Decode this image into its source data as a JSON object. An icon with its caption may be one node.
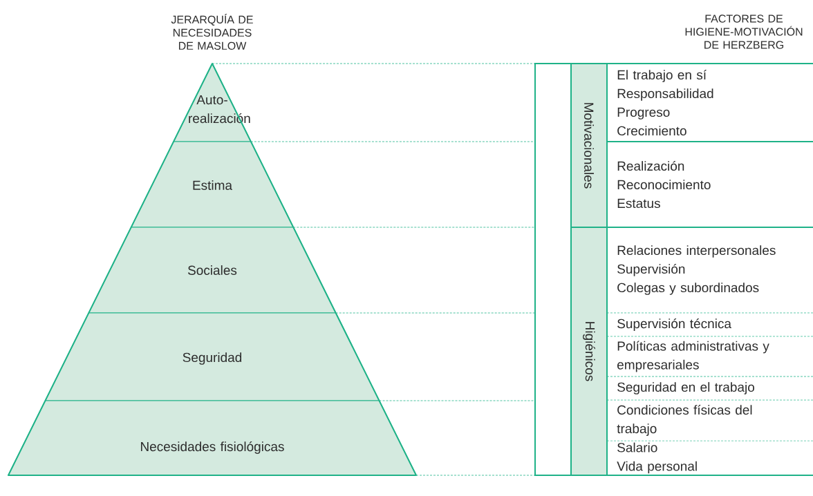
{
  "diagram": {
    "nodes": [
      {
        "text": [
          "Auto-realización"
        ]
      },
      {
        "text": [
          "Estima"
        ]
      },
      {
        "text": [
          "Sociales"
        ]
      },
      {
        "text": [
          "Seguridad"
        ]
      },
      {
        "text": [
          "Necesidades fisiológicas"
        ]
      },
      {
        "text": [
          "Motivacionales"
        ]
      },
      {
        "text": [
          "Higiénicos"
        ]
      },
      {
        "text": [
          "El trabajo en sí",
          "Responsabilidad",
          "Progreso",
          "Crecimiento"
        ]
      },
      {
        "text": [
          "Realización",
          "Reconocimiento",
          "Estatus"
        ]
      },
      {
        "text": [
          "Relaciones interpersonales",
          "Supervisión",
          "Colegas y subordinados"
        ]
      },
      {
        "text": [
          "Supervisión técnica"
        ]
      },
      {
        "text": [
          "Políticas administrativas y empresariales"
        ]
      },
      {
        "text": [
          "Seguridad en el trabajo"
        ]
      },
      {
        "text": [
          "Condiciones físicas del trabajo"
        ]
      },
      {
        "text": [
          "Salario",
          "Vida personal"
        ]
      }
    ],
    "labels": [
      "JERARQUÍA DE NECESIDADES DE MASLOW",
      "FACTORES DE HIGIENE-MOTIVACIÓN DE HERZBERG"
    ]
  }
}
